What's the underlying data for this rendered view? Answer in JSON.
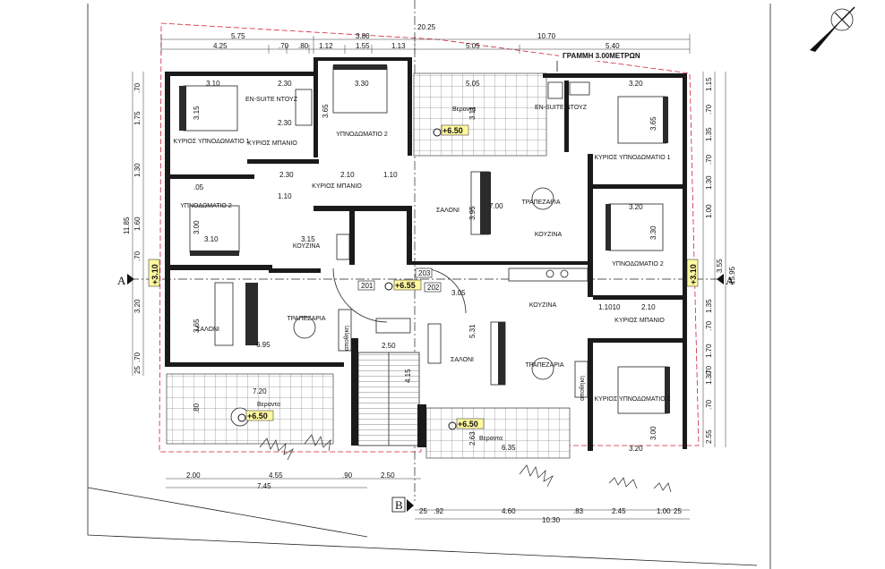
{
  "top_dims": {
    "row1": [
      "5.75",
      "3.80",
      "20.25",
      "10.70"
    ],
    "row2": [
      "4.25",
      ".70",
      ".80",
      "1.12",
      "1.55",
      "1.13",
      "5.05",
      "5.40"
    ]
  },
  "bottom_dims": {
    "row1": [
      "2.00",
      "4.55",
      ".90",
      "2.50"
    ],
    "row2": [
      "7.45"
    ],
    "row3": [
      "25",
      ".92",
      "4.60",
      ".83",
      "2.45",
      "1.00",
      "25"
    ],
    "row4": [
      "10.30"
    ]
  },
  "left_dims": [
    ".70",
    "1.75",
    "1.30",
    "1.60",
    ".70",
    "3.20",
    ".70",
    "25",
    "11.85"
  ],
  "right_dims": [
    "1.15",
    ".70",
    "1.35",
    ".70",
    "1.30",
    "1.00",
    "1.35",
    ".70",
    "1.70",
    ".70",
    "1.30",
    ".70",
    "2.55",
    "3.55",
    "15.95"
  ],
  "line_label": "ΓΡΑΜΜΗ 3.00ΜΕΤΡΩΝ",
  "section_marks": {
    "a": "A",
    "b": "B"
  },
  "levels": {
    "left": "+3.10",
    "right": "+3.10",
    "core": "+6.55",
    "bal_top": "+6.50",
    "bal_left": "+6.50",
    "bal_bottom": "+6.50"
  },
  "flat_ids": {
    "f201": "201",
    "f202": "202",
    "f203": "203"
  },
  "rooms": {
    "master_l": "ΚΥΡΙΟΣ\nΥΠΝΟΔΩΜΑΤΙΟ 1",
    "ensuite_l": "EN-SUITE\nΝΤΟΥΖ",
    "bath_l": "ΚΥΡΙΟΣ\nΜΠΑΝΙΟ",
    "bed2_l": "ΥΠΝΟΔΩΜΑΤΙΟ 2",
    "bed2_top": "ΥΠΝΟΔΩΜΑΤΙΟ 2",
    "bath_mid": "ΚΥΡΙΟΣ\nΜΠΑΝΙΟ",
    "kitchen_l": "ΚΟΥΖΙΝΑ",
    "living_l": "ΣΑΛΟΝΙ",
    "dining_l": "ΤΡΑΠΕΖΑΡΙΑ",
    "veranda_l": "Βεραντα",
    "veranda_top": "Βεραντα",
    "living_c": "ΣΑΛΟΝΙ",
    "dining_c": "ΤΡΑΠΕΖΑΡΙΑ",
    "kitchen_c": "ΚΟΥΖΙΝΑ",
    "kitchen_r": "ΚΟΥΖΙΝΑ",
    "ensuite_r": "EN-SUITE\nΝΤΟΥΖ",
    "master_r": "ΚΥΡΙΟΣ\nΥΠΝΟΔΩΜΑΤΙΟ 1",
    "bed2_r": "ΥΠΝΟΔΩΜΑΤΙΟ 2",
    "bath_r": "ΚΥΡΙΟΣ\nΜΠΑΝΙΟ",
    "master_br": "ΚΥΡΙΟΣ\nΥΠΝΟΔΩΜΑΤΙΟ 1",
    "living_b": "ΣΑΛΟΝΙ",
    "dining_b": "ΤΡΑΠΕΖΑΡΙΑ",
    "veranda_b": "Βεραντα",
    "storage": "αποθηκη",
    "storage2": "αποθηκη"
  },
  "room_dims": {
    "d310a": "3.10",
    "d230a": "2.30",
    "d230b": "2.30",
    "d315": "3.15",
    "d330": "3.30",
    "d365": "3.65",
    "d230c": "2.30",
    "d210": "2.10",
    "d110": "1.10",
    "d110b": "1.10",
    "d310b": "3.10",
    "d315b": "3.15",
    "d300": "3.00",
    "d505": "5.05",
    "d311": "3.11",
    "d395": "3.95",
    "d700": "7.00",
    "d320a": "3.20",
    "d365b": "3.65",
    "d320b": "3.20",
    "d330b": "3.30",
    "d320c": "3.20",
    "d300b": "3.00",
    "d720": "7.20",
    "d695": "6.95",
    "d250": "2.50",
    "d531": "5.31",
    "d635": "6.35",
    "d263": "2.63",
    "d415": "4.15",
    "d365c": "3.65",
    "d210b": "2.10",
    "d1010": "1.1010",
    "d05": ".05",
    "d80": ".80",
    "d305": "3.05"
  }
}
